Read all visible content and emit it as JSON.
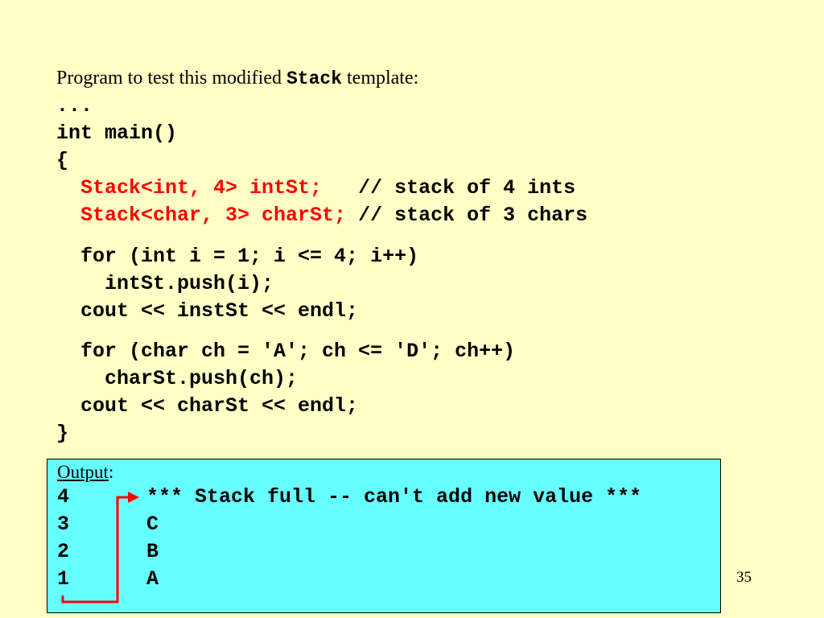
{
  "slide": {
    "intro_prefix": "Program to test this modified ",
    "intro_keyword": "Stack",
    "intro_suffix": " template:",
    "page_number": "35"
  },
  "code": {
    "ellipsis": "...",
    "main_sig": "int main()",
    "open_brace": "{",
    "decl1_code": "  Stack<int, 4> intSt;",
    "decl1_comment": "   // stack of 4 ints",
    "decl2_code": "  Stack<char, 3> charSt;",
    "decl2_comment": " // stack of 3 chars",
    "for1": "  for (int i = 1; i <= 4; i++)",
    "push1": "    intSt.push(i);",
    "cout1": "  cout << instSt << endl;",
    "for2": "  for (char ch = 'A'; ch <= 'D'; ch++)",
    "push2": "    charSt.push(ch);",
    "cout2": "  cout << charSt << endl;",
    "close_brace": "}"
  },
  "output": {
    "label": "Output",
    "colon": ":",
    "int_lines": [
      "4",
      "3",
      "2",
      "1"
    ],
    "char_lines": [
      "*** Stack full -- can't add new value ***",
      "C",
      "B",
      "A"
    ]
  },
  "colors": {
    "background": "#ffffc6",
    "output_background": "#66ffff",
    "highlight": "#ff0000"
  }
}
